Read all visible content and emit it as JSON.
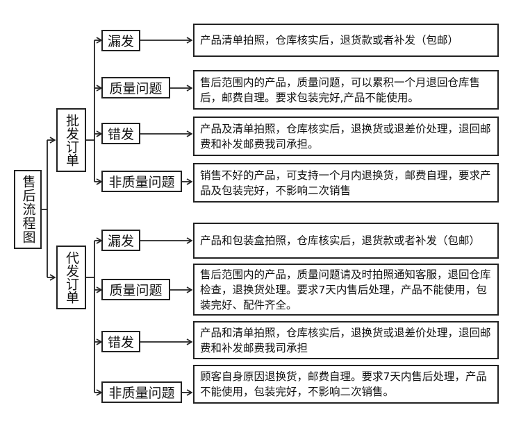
{
  "root": {
    "label": "售后流程图"
  },
  "groups": [
    {
      "label": "批发订单",
      "items": [
        {
          "category": "漏发",
          "description": "产品清单拍照，仓库核实后，退货款或者补发（包邮）"
        },
        {
          "category": "质量问题",
          "description": "售后范围内的产品，质量问题，可以累积一个月退回仓库售后，邮费自理。要求包装完好,产品不能使用。"
        },
        {
          "category": "错发",
          "description": "产品及清单拍照，仓库核实后，退换货或退差价处理，退回邮费和补发邮费我司承担。"
        },
        {
          "category": "非质量问题",
          "description": "销售不好的产品，可支持一个月内退换货，邮费自理，要求产品及包装完好，不影响二次销售"
        }
      ]
    },
    {
      "label": "代发订单",
      "items": [
        {
          "category": "漏发",
          "description": "产品和包装盒拍照，仓库核实后，退货款或者补发（包邮）"
        },
        {
          "category": "质量问题",
          "description": "售后范围内的产品，质量问题请及时拍照通知客服，退回仓库检查，退换货处理。要求7天内售后处理，产品不能使用，包装完好、配件齐全。"
        },
        {
          "category": "错发",
          "description": "产品和清单拍照，仓库核实后，退换货或退差价处理，退回邮费和补发邮费我司承担"
        },
        {
          "category": "非质量问题",
          "description": "顾客自身原因退换货，邮费自理。要求7天内售后处理，产品不能使用，包装完好，不影响二次销售。"
        }
      ]
    }
  ]
}
